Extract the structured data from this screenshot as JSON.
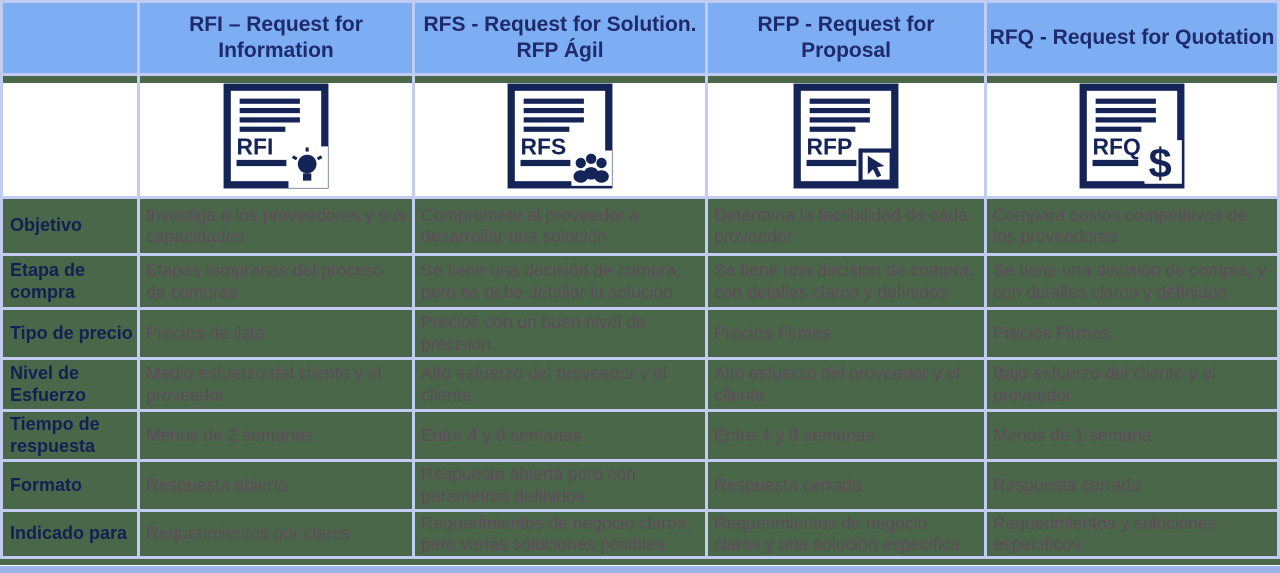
{
  "table": {
    "corner_label": "",
    "columns": [
      {
        "id": "rfi",
        "title": "RFI – Request for\nInformation",
        "icon_label": "RFI",
        "icon_glyph": "lightbulb-icon"
      },
      {
        "id": "rfs",
        "title": "RFS - Request for Solution.\nRFP Ágil",
        "icon_label": "RFS",
        "icon_glyph": "people-icon"
      },
      {
        "id": "rfp",
        "title": "RFP - Request for\nProposal",
        "icon_label": "RFP",
        "icon_glyph": "cursor-icon"
      },
      {
        "id": "rfq",
        "title": "RFQ - Request for Quotation",
        "icon_label": "RFQ",
        "icon_glyph": "dollar-icon"
      }
    ],
    "rows": [
      {
        "label": "Objetivo",
        "cells": [
          "Investiga a los proveedores y sus capacidades",
          "Compromete al proveedor a desarrollar una solución",
          "Determina la factibilidad de cada proveedor",
          "Compara costos competitivos de los proveedores"
        ]
      },
      {
        "label": "Etapa de compra",
        "cells": [
          "Etapas tempranas del proceso de compras",
          "Se tiene una decisión de compra, pero se debe detallar la solución",
          "Se tiene una decisión de compra, con detalles claros y definidos",
          "Se tiene una decisión de compra, y con detalles claros y definidos"
        ]
      },
      {
        "label": "Tipo de precio",
        "cells": [
          "Precios  de lista",
          "Precios con un buen nivel de precisión",
          "Precios Firmes",
          "Precios Firmes"
        ]
      },
      {
        "label": "Nivel de Esfuerzo",
        "cells": [
          "Medio esfuerzo del cliente y el proveedor",
          "Alto esfuerzo del proveedor y el cliente",
          "Alto esfuerzo del proveedor y el cliente",
          "Bajo esfuerzo del cliente y el proveedor"
        ]
      },
      {
        "label": "Tiempo de respuesta",
        "cells": [
          "Menos de 2 semanas",
          "Entre 4 y 8 semanas",
          "Entre 4 y 8 semanas",
          "Menos de 1 semana"
        ]
      },
      {
        "label": "Formato",
        "cells": [
          "Respuesta abierto",
          "Respuesta abierta pero con parámetros definidos",
          "Respuesta cerrada",
          "Respuesta cerrado"
        ]
      },
      {
        "label": "Indicado para",
        "cells": [
          "Requerimientos por claros",
          "Requerimientos de negocio claros, pero  varias soluciones  posibles",
          "Requerimientos de negocio claros y una solución especifica",
          "Requerimientos y soluciones específicos"
        ]
      }
    ]
  },
  "colors": {
    "header_blue": "#7daef3",
    "header_text_navy": "#1f2a6b",
    "body_green": "#4a6749",
    "body_text": "#5e4a5c",
    "label_text_navy": "#141f54",
    "border_lavender": "#c2ccf3",
    "icon_navy": "#152457",
    "bottom_bar_blue": "#9db1ea"
  }
}
